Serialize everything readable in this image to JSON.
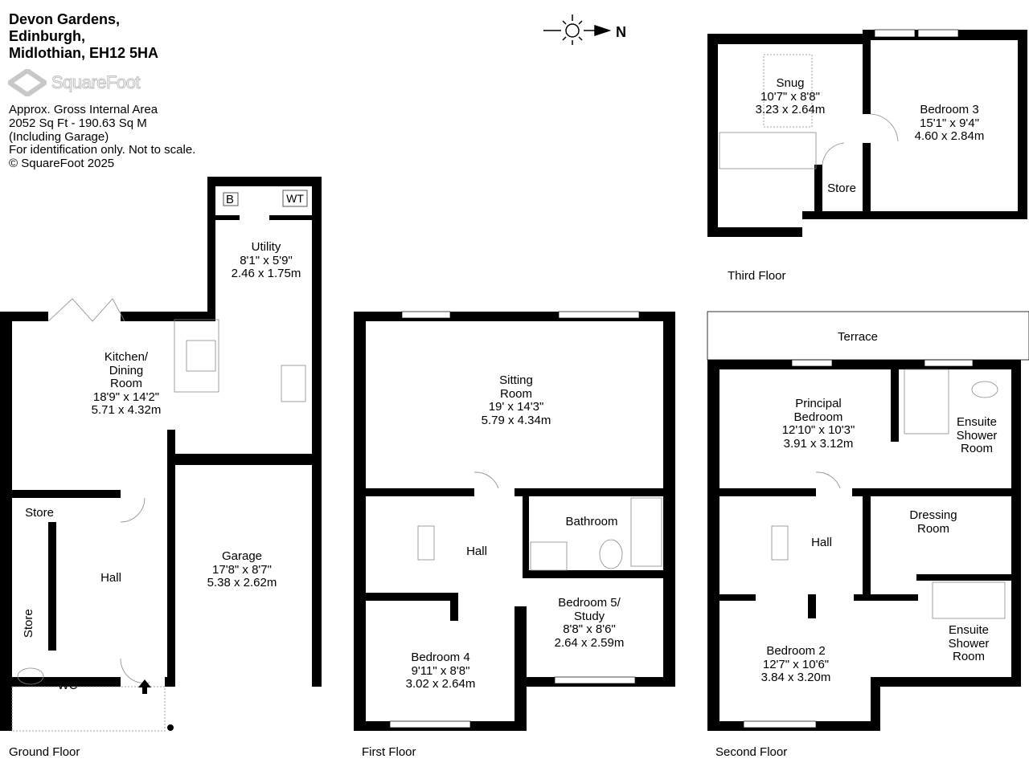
{
  "header": {
    "line1": "Devon Gardens,",
    "line2": "Edinburgh,",
    "line3": "Midlothian, EH12 5HA"
  },
  "logo": {
    "text": "SquareFoot"
  },
  "info": {
    "line1": "Approx. Gross Internal Area",
    "line2": "2052 Sq Ft  -  190.63 Sq M",
    "line3": "(Including Garage)",
    "line4": "For identification only. Not to scale.",
    "line5": "© SquareFoot 2025"
  },
  "compass": {
    "label": "N"
  },
  "floors": {
    "ground": "Ground Floor",
    "first": "First Floor",
    "second": "Second Floor",
    "third": "Third Floor"
  },
  "rooms": {
    "kitchen": {
      "name1": "Kitchen/",
      "name2": "Dining",
      "name3": "Room",
      "imperial": "18'9\" x 14'2\"",
      "metric": "5.71 x 4.32m"
    },
    "utility": {
      "name": "Utility",
      "imperial": "8'1\" x 5'9\"",
      "metric": "2.46 x 1.75m"
    },
    "boiler": "B",
    "water_tank": "WT",
    "garage": {
      "name": "Garage",
      "imperial": "17'8\" x 8'7\"",
      "metric": "5.38 x 2.62m"
    },
    "gf_store1": "Store",
    "gf_store2": "Store",
    "gf_hall": "Hall",
    "wc": "WC",
    "sitting": {
      "name1": "Sitting",
      "name2": "Room",
      "imperial": "19' x 14'3\"",
      "metric": "5.79 x 4.34m"
    },
    "ff_hall": "Hall",
    "bathroom": "Bathroom",
    "bedroom4": {
      "name": "Bedroom 4",
      "imperial": "9'11\" x 8'8\"",
      "metric": "3.02 x 2.64m"
    },
    "bedroom5": {
      "name1": "Bedroom 5/",
      "name2": "Study",
      "imperial": "8'8\" x 8'6\"",
      "metric": "2.64 x 2.59m"
    },
    "terrace": "Terrace",
    "principal": {
      "name1": "Principal",
      "name2": "Bedroom",
      "imperial": "12'10\" x 10'3\"",
      "metric": "3.91 x 3.12m"
    },
    "ensuite1": {
      "name1": "Ensuite",
      "name2": "Shower",
      "name3": "Room"
    },
    "dressing": {
      "name1": "Dressing",
      "name2": "Room"
    },
    "sf_hall": "Hall",
    "ensuite2": {
      "name1": "Ensuite",
      "name2": "Shower",
      "name3": "Room"
    },
    "bedroom2": {
      "name": "Bedroom 2",
      "imperial": "12'7\" x 10'6\"",
      "metric": "3.84 x 3.20m"
    },
    "snug": {
      "name": "Snug",
      "imperial": "10'7\" x 8'8\"",
      "metric": "3.23 x 2.64m"
    },
    "bedroom3": {
      "name": "Bedroom 3",
      "imperial": "15'1\" x 9'4\"",
      "metric": "4.60 x 2.84m"
    },
    "tf_store": "Store"
  }
}
